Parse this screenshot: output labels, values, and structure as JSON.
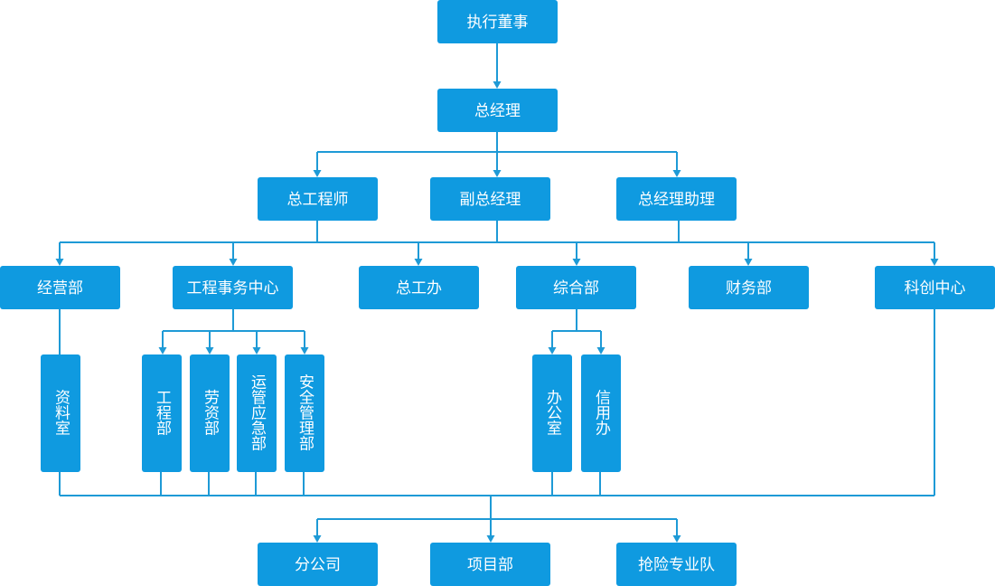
{
  "diagram": {
    "type": "org-chart",
    "colors": {
      "box": "#0f9ae0",
      "text": "#ffffff",
      "line": "#1e9ad6",
      "background": "#ffffff"
    },
    "nodes": [
      {
        "id": "exec_director",
        "label": "执行董事"
      },
      {
        "id": "general_manager",
        "label": "总经理"
      },
      {
        "id": "chief_engineer",
        "label": "总工程师"
      },
      {
        "id": "deputy_gm",
        "label": "副总经理"
      },
      {
        "id": "gm_assistant",
        "label": "总经理助理"
      },
      {
        "id": "business_dept",
        "label": "经营部"
      },
      {
        "id": "eng_affairs_center",
        "label": "工程事务中心"
      },
      {
        "id": "chief_eng_office",
        "label": "总工办"
      },
      {
        "id": "general_dept",
        "label": "综合部"
      },
      {
        "id": "finance_dept",
        "label": "财务部"
      },
      {
        "id": "sci_innovation_center",
        "label": "科创中心"
      },
      {
        "id": "archives_room",
        "label": "资料室"
      },
      {
        "id": "engineering_dept",
        "label": "工程部"
      },
      {
        "id": "labor_dept",
        "label": "劳资部"
      },
      {
        "id": "ops_emergency_dept",
        "label": "运管应急部"
      },
      {
        "id": "safety_mgmt_dept",
        "label": "安全管理部"
      },
      {
        "id": "office",
        "label": "办公室"
      },
      {
        "id": "credit_office",
        "label": "信用办"
      },
      {
        "id": "branch_company",
        "label": "分公司"
      },
      {
        "id": "project_dept",
        "label": "项目部"
      },
      {
        "id": "rescue_team",
        "label": "抢险专业队"
      }
    ],
    "edges": [
      {
        "from": "exec_director",
        "to": "general_manager"
      },
      {
        "from": "general_manager",
        "to": "chief_engineer"
      },
      {
        "from": "general_manager",
        "to": "deputy_gm"
      },
      {
        "from": "general_manager",
        "to": "gm_assistant"
      },
      {
        "from": "chief_engineer",
        "to": "business_dept"
      },
      {
        "from": "chief_engineer",
        "to": "eng_affairs_center"
      },
      {
        "from": "chief_engineer",
        "to": "chief_eng_office"
      },
      {
        "from": "chief_engineer",
        "to": "general_dept"
      },
      {
        "from": "chief_engineer",
        "to": "finance_dept"
      },
      {
        "from": "chief_engineer",
        "to": "sci_innovation_center"
      },
      {
        "from": "deputy_gm",
        "to": "business_dept"
      },
      {
        "from": "deputy_gm",
        "to": "eng_affairs_center"
      },
      {
        "from": "deputy_gm",
        "to": "chief_eng_office"
      },
      {
        "from": "deputy_gm",
        "to": "general_dept"
      },
      {
        "from": "deputy_gm",
        "to": "finance_dept"
      },
      {
        "from": "deputy_gm",
        "to": "sci_innovation_center"
      },
      {
        "from": "gm_assistant",
        "to": "business_dept"
      },
      {
        "from": "gm_assistant",
        "to": "eng_affairs_center"
      },
      {
        "from": "gm_assistant",
        "to": "chief_eng_office"
      },
      {
        "from": "gm_assistant",
        "to": "general_dept"
      },
      {
        "from": "gm_assistant",
        "to": "finance_dept"
      },
      {
        "from": "gm_assistant",
        "to": "sci_innovation_center"
      },
      {
        "from": "business_dept",
        "to": "archives_room"
      },
      {
        "from": "eng_affairs_center",
        "to": "engineering_dept"
      },
      {
        "from": "eng_affairs_center",
        "to": "labor_dept"
      },
      {
        "from": "eng_affairs_center",
        "to": "ops_emergency_dept"
      },
      {
        "from": "eng_affairs_center",
        "to": "safety_mgmt_dept"
      },
      {
        "from": "general_dept",
        "to": "office"
      },
      {
        "from": "general_dept",
        "to": "credit_office"
      },
      {
        "from": "archives_room",
        "to": "branch_company"
      },
      {
        "from": "engineering_dept",
        "to": "branch_company"
      },
      {
        "from": "labor_dept",
        "to": "branch_company"
      },
      {
        "from": "ops_emergency_dept",
        "to": "branch_company"
      },
      {
        "from": "safety_mgmt_dept",
        "to": "branch_company"
      },
      {
        "from": "office",
        "to": "branch_company"
      },
      {
        "from": "credit_office",
        "to": "branch_company"
      },
      {
        "from": "sci_innovation_center",
        "to": "branch_company"
      },
      {
        "from": "archives_room",
        "to": "project_dept"
      },
      {
        "from": "engineering_dept",
        "to": "project_dept"
      },
      {
        "from": "labor_dept",
        "to": "project_dept"
      },
      {
        "from": "ops_emergency_dept",
        "to": "project_dept"
      },
      {
        "from": "safety_mgmt_dept",
        "to": "project_dept"
      },
      {
        "from": "office",
        "to": "project_dept"
      },
      {
        "from": "credit_office",
        "to": "project_dept"
      },
      {
        "from": "sci_innovation_center",
        "to": "project_dept"
      },
      {
        "from": "archives_room",
        "to": "rescue_team"
      },
      {
        "from": "engineering_dept",
        "to": "rescue_team"
      },
      {
        "from": "labor_dept",
        "to": "rescue_team"
      },
      {
        "from": "ops_emergency_dept",
        "to": "rescue_team"
      },
      {
        "from": "safety_mgmt_dept",
        "to": "rescue_team"
      },
      {
        "from": "office",
        "to": "rescue_team"
      },
      {
        "from": "credit_office",
        "to": "rescue_team"
      },
      {
        "from": "sci_innovation_center",
        "to": "rescue_team"
      }
    ]
  }
}
